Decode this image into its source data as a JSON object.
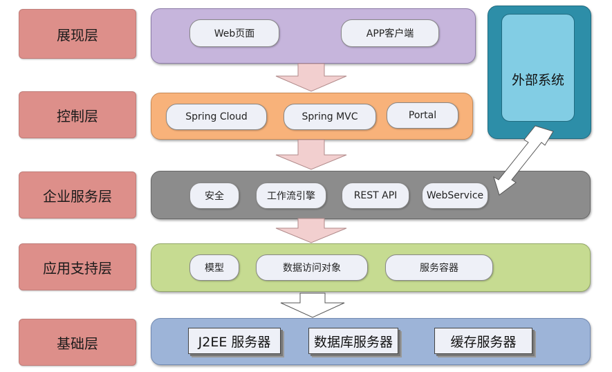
{
  "layers": [
    {
      "label": "展现层",
      "components": [
        "Web页面",
        "APP客户端"
      ]
    },
    {
      "label": "控制层",
      "components": [
        "Spring Cloud",
        "Spring MVC",
        "Portal"
      ]
    },
    {
      "label": "企业服务层",
      "components": [
        "安全",
        "工作流引擎",
        "REST API",
        "WebService"
      ]
    },
    {
      "label": "应用支持层",
      "components": [
        "模型",
        "数据访问对象",
        "服务容器"
      ]
    },
    {
      "label": "基础层",
      "components": [
        "J2EE 服务器",
        "数据库服务器",
        "缓存服务器"
      ]
    }
  ],
  "external_system": {
    "label": "外部系统"
  },
  "colors": {
    "label_fill": "#dd8f8a",
    "presentation": "#c6b5dc",
    "control": "#f8b27a",
    "service": "#8c8c8c",
    "support": "#c6db91",
    "base": "#9db4d8",
    "external_outer": "#2d8ea8",
    "external_inner": "#82cde4",
    "arrow_fill": "#f2cfcf"
  }
}
